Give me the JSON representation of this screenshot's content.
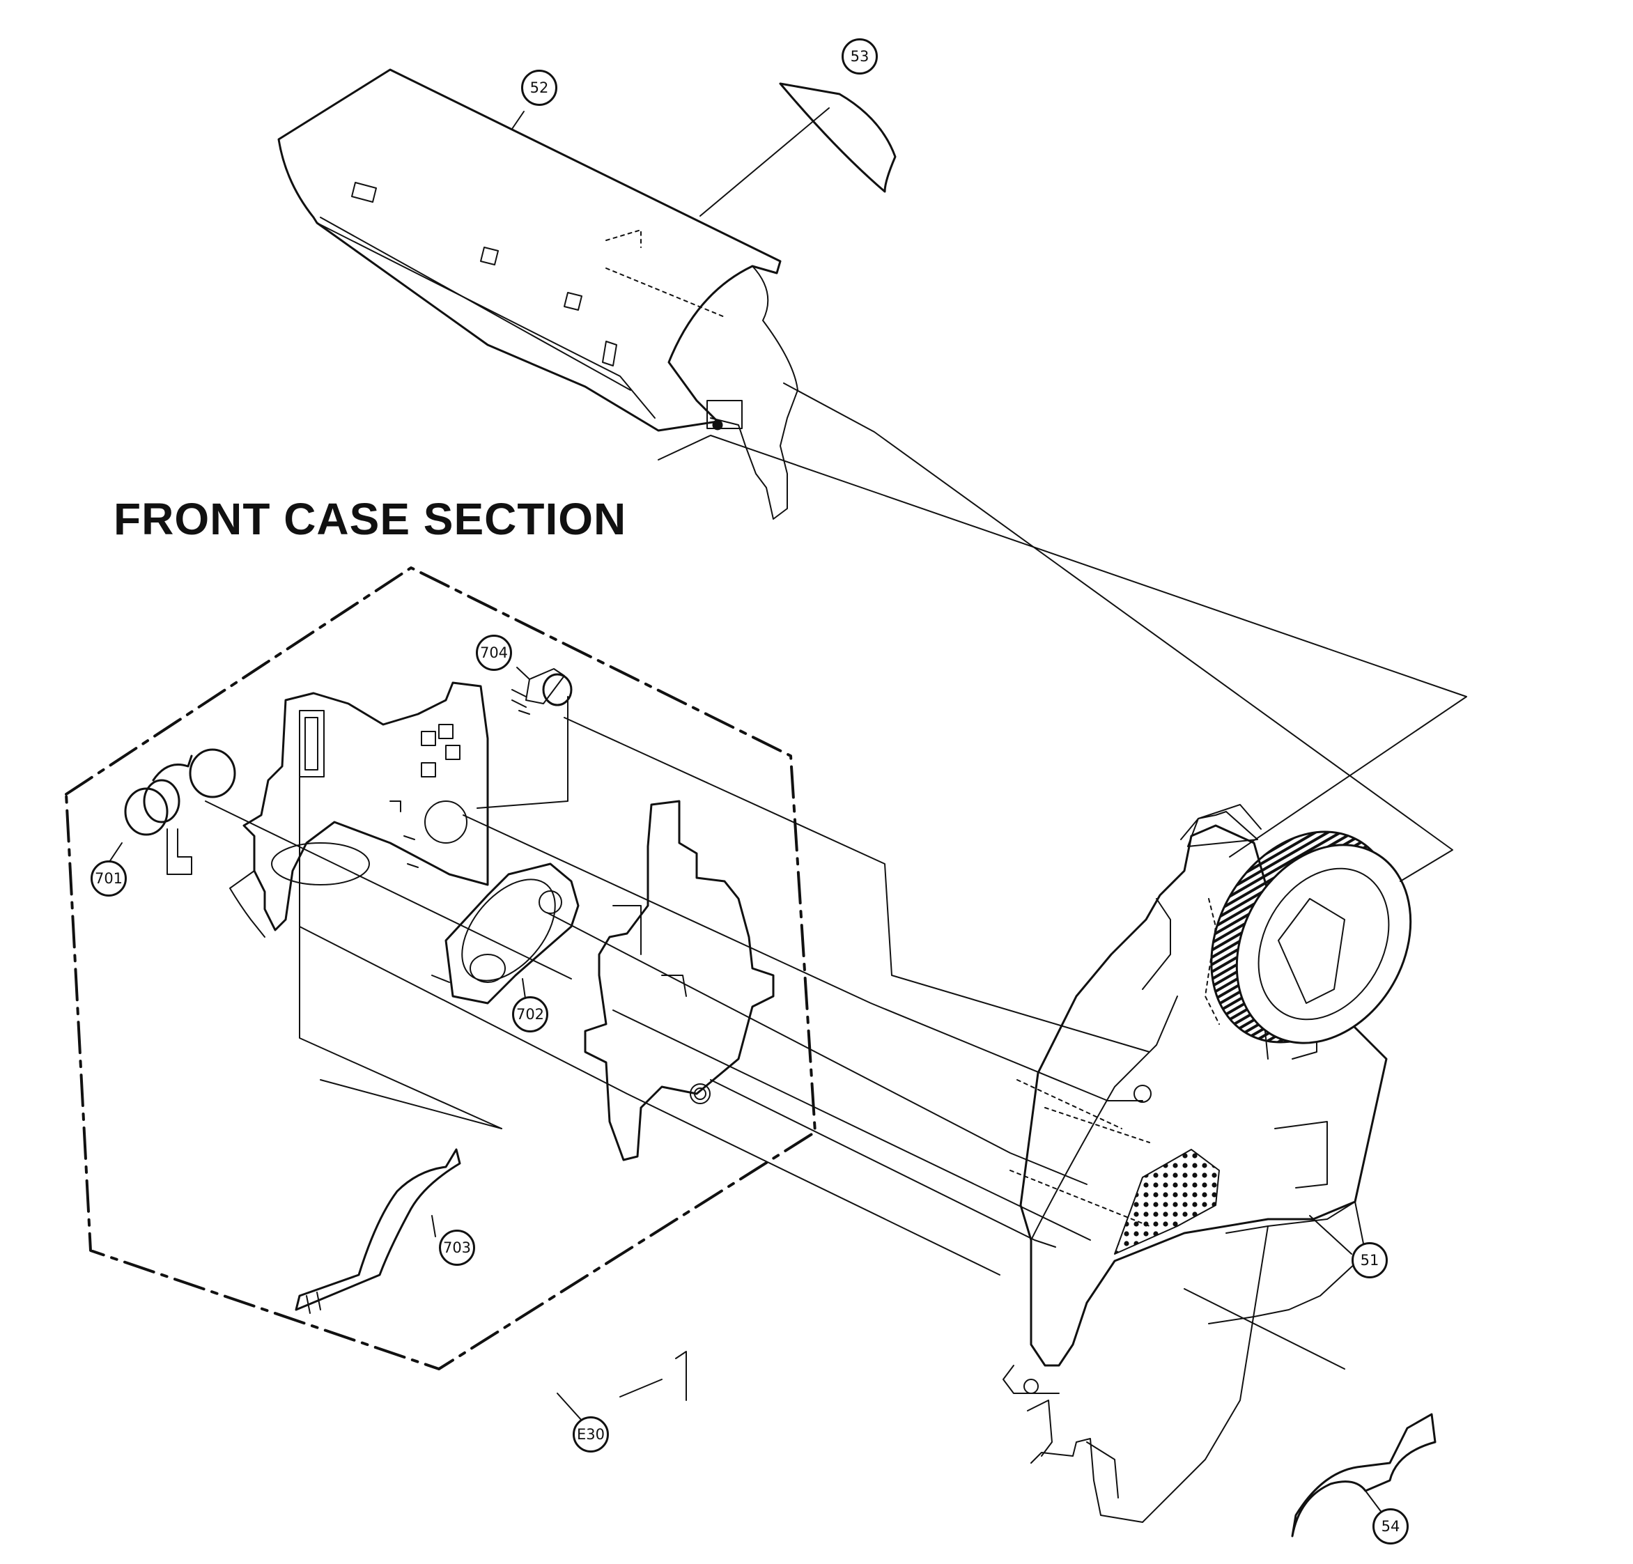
{
  "section_title": "FRONT CASE SECTION",
  "callouts": {
    "p51": "51",
    "p52": "52",
    "p53": "53",
    "p54": "54",
    "p701": "701",
    "p702": "702",
    "p703": "703",
    "p704": "704",
    "pe30": "E30"
  },
  "colors": {
    "ink": "#111111",
    "paper": "#ffffff"
  }
}
